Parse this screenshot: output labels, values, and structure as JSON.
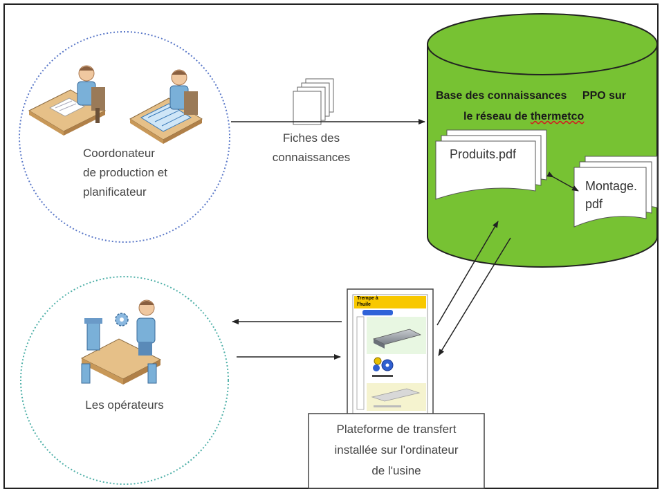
{
  "actors": {
    "coordinator": {
      "label_lines": [
        "Coordonateur",
        "de production et",
        "planificateur"
      ]
    },
    "operators": {
      "label": "Les opérateurs"
    }
  },
  "flows": {
    "knowledge_sheets": {
      "label_lines": [
        "Fiches des",
        "connaissances"
      ]
    }
  },
  "database": {
    "title_line1_a": "Base des connaissances",
    "title_line1_b": "PPO sur",
    "title_line2_a": "le réseau de ",
    "title_line2_b": "thermetco",
    "docs": [
      {
        "label": "Produits.pdf"
      },
      {
        "label_lines": [
          "Montage.",
          "pdf"
        ]
      }
    ]
  },
  "platform": {
    "screen_header_lines": [
      "Trempe à",
      "l'huile"
    ],
    "caption_lines": [
      "Plateforme de transfert",
      "installée sur l'ordinateur",
      "de l'usine"
    ]
  },
  "colors": {
    "cylinder_fill": "#77c233",
    "cylinder_stroke": "#222222",
    "circle_top": "#5a78c8",
    "circle_bottom": "#4fb0a8",
    "person_blue": "#7ab0d8",
    "desk_tan": "#e6c088",
    "screen_yellow": "#f8c800"
  }
}
